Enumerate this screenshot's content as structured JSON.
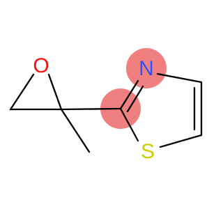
{
  "molecule": {
    "atoms": [
      {
        "symbol": "O",
        "color": "#ff0d0d"
      },
      {
        "symbol": "N",
        "color": "#3050f8"
      },
      {
        "symbol": "S",
        "color": "#cccc00"
      }
    ],
    "highlight_color": "#f08080"
  }
}
